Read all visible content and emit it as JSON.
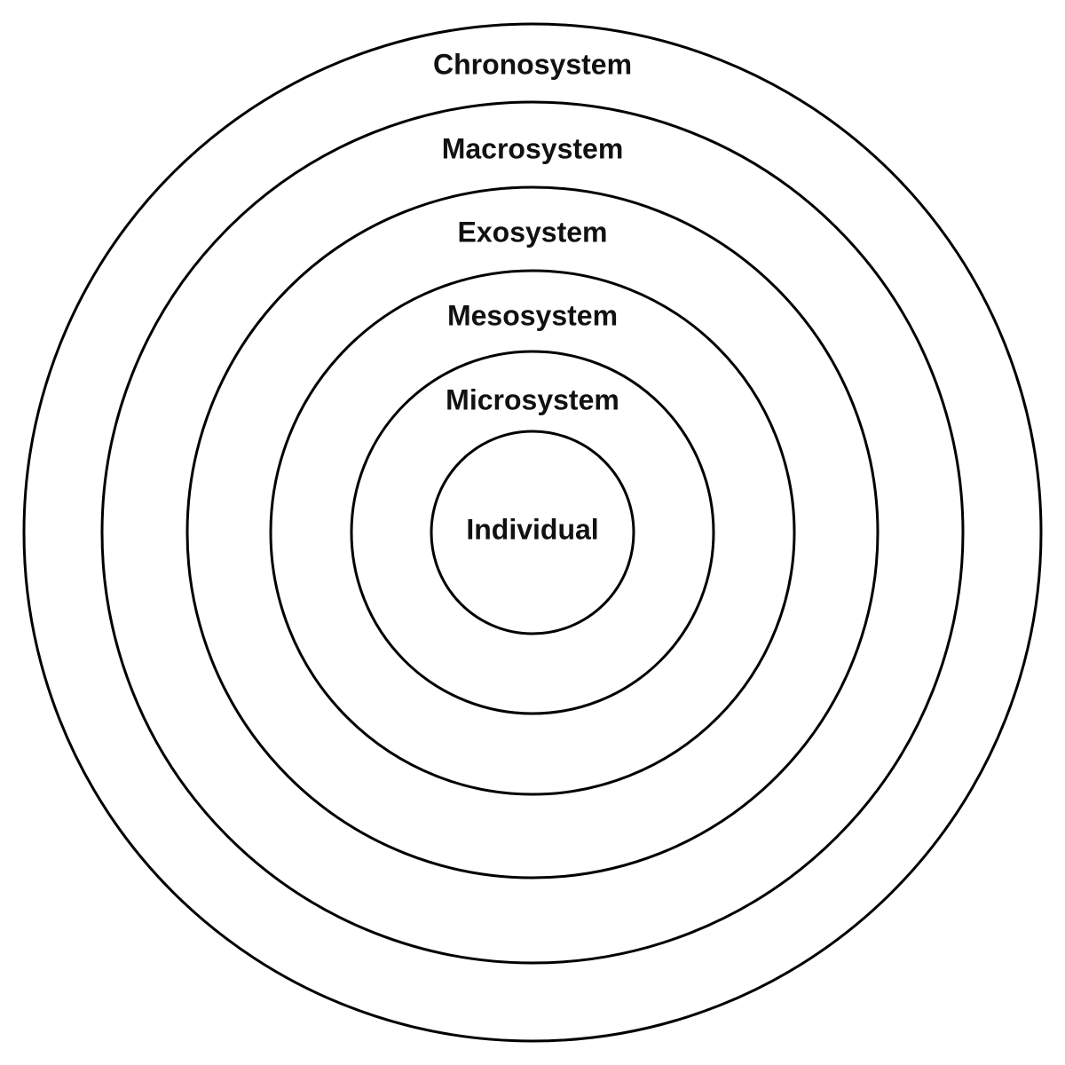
{
  "diagram": {
    "type": "concentric-circles",
    "layers": [
      {
        "label": "Chronosystem"
      },
      {
        "label": "Macrosystem"
      },
      {
        "label": "Exosystem"
      },
      {
        "label": "Mesosystem"
      },
      {
        "label": "Microsystem"
      },
      {
        "label": "Individual"
      }
    ],
    "colors": {
      "stroke": "#000000",
      "fill": "#ffffff",
      "text": "#111111"
    }
  }
}
